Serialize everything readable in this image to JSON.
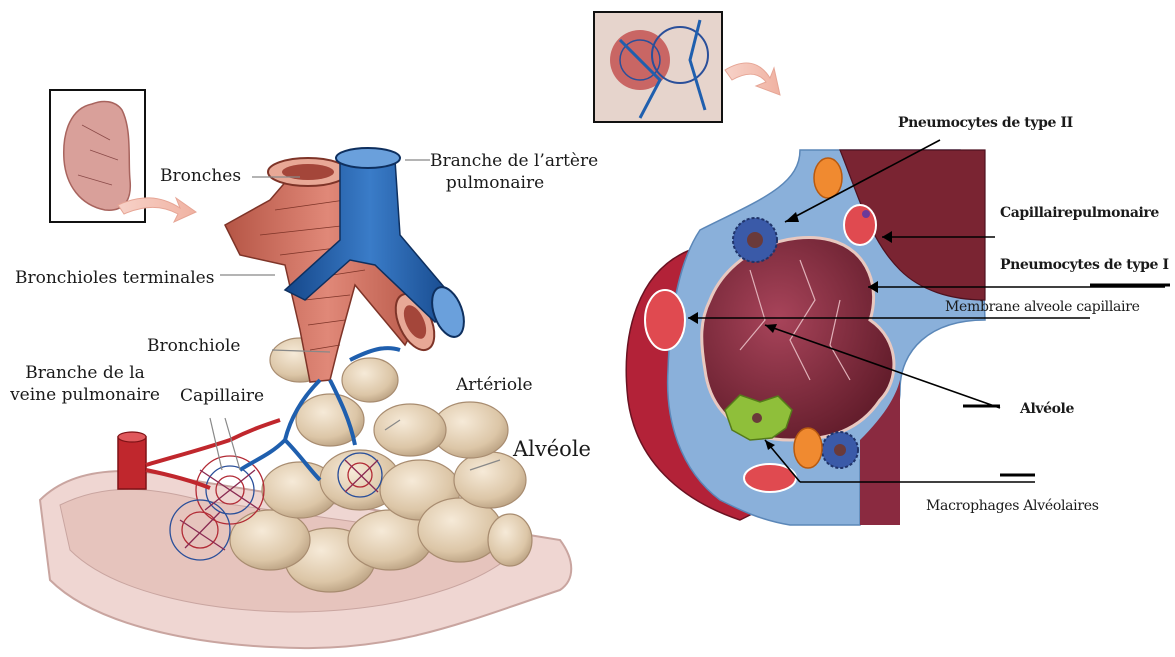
{
  "left_panel": {
    "labels": {
      "bronches": "Bronches",
      "branche_artere_line1": "Branche de l’artère",
      "branche_artere_line2": "pulmonaire",
      "bronchioles_terminales": "Bronchioles terminales",
      "bronchiole": "Bronchiole",
      "branche_veine_line1": "Branche de la",
      "branche_veine_line2": "veine pulmonaire",
      "capillaire": "Capillaire",
      "arteriole": "Artériole",
      "alveole": "Alvéole"
    }
  },
  "right_panel": {
    "labels": {
      "pneumocytes_type_ii": "Pneumocytes de type II",
      "capillaire_pulmonaire": "Capillairepulmonaire",
      "pneumocytes_type_i": "Pneumocytes de type I",
      "membrane": "Membrane alveole capillaire",
      "alveole": "Alvéole",
      "macrophages": "Macrophages Alvéolaires"
    }
  },
  "colors": {
    "bronchi": "#c8685a",
    "artery": "#1f5fae",
    "vein": "#c0272d",
    "alveoli": "#e3cfb3",
    "tissue": "#f0d8d2",
    "membrane": "#8ab0da",
    "alveolus_wall": "#7a2432",
    "macrophage": "#8fbf3a"
  }
}
